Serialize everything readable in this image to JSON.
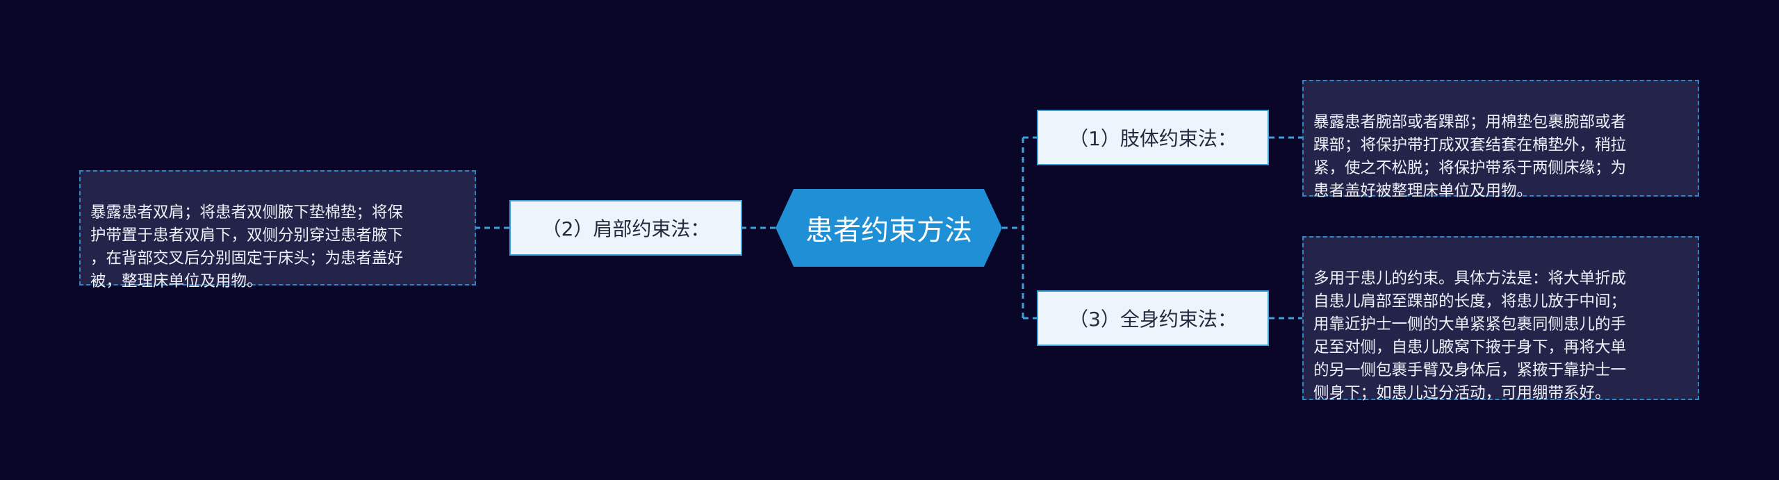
{
  "root": {
    "label": "患者约束方法"
  },
  "branches": [
    {
      "label": "（1）肢体约束法：",
      "detail": "暴露患者腕部或者踝部；用棉垫包裹腕部或者\n踝部；将保护带打成双套结套在棉垫外，稍拉\n紧，使之不松脱；将保护带系于两侧床缘；为\n患者盖好被整理床单位及用物。"
    },
    {
      "label": "（2）肩部约束法：",
      "detail": "暴露患者双肩；将患者双侧腋下垫棉垫；将保\n护带置于患者双肩下，双侧分别穿过患者腋下\n，在背部交叉后分别固定于床头；为患者盖好\n被，整理床单位及用物。"
    },
    {
      "label": "（3）全身约束法：",
      "detail": "多用于患儿的约束。具体方法是：将大单折成\n自患儿肩部至踝部的长度，将患儿放于中间；\n用靠近护士一侧的大单紧紧包裹同侧患儿的手\n足至对侧，自患儿腋窝下掖于身下，再将大单\n的另一侧包裹手臂及身体后，紧掖于靠护士一\n侧身下；如患儿过分活动，可用绷带系好。"
    }
  ],
  "colors": {
    "background": "#0a0628",
    "root_fill": "#1f8fd6",
    "connector": "#3fa0d8",
    "branch_fill": "#edf4fb",
    "leaf_fill": "#24244a"
  }
}
